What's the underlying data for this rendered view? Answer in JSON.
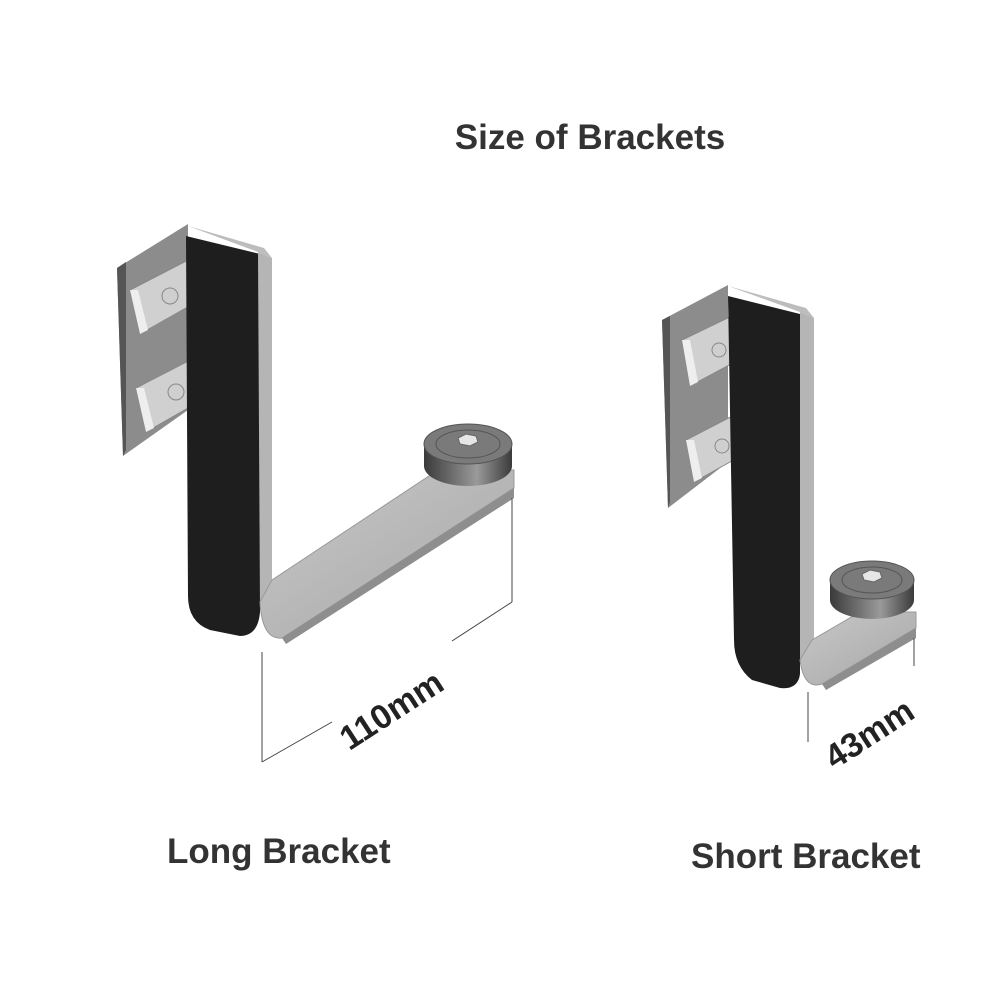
{
  "title": "Size of Brackets",
  "brackets": [
    {
      "name": "Long Bracket",
      "dimension": "110mm"
    },
    {
      "name": "Short Bracket",
      "dimension": "43mm"
    }
  ],
  "colors": {
    "text": "#333333",
    "steel": "#b4b4b4",
    "steel_dark": "#8a8a8a",
    "rubber": "#1e1e1e",
    "background": "#ffffff"
  }
}
